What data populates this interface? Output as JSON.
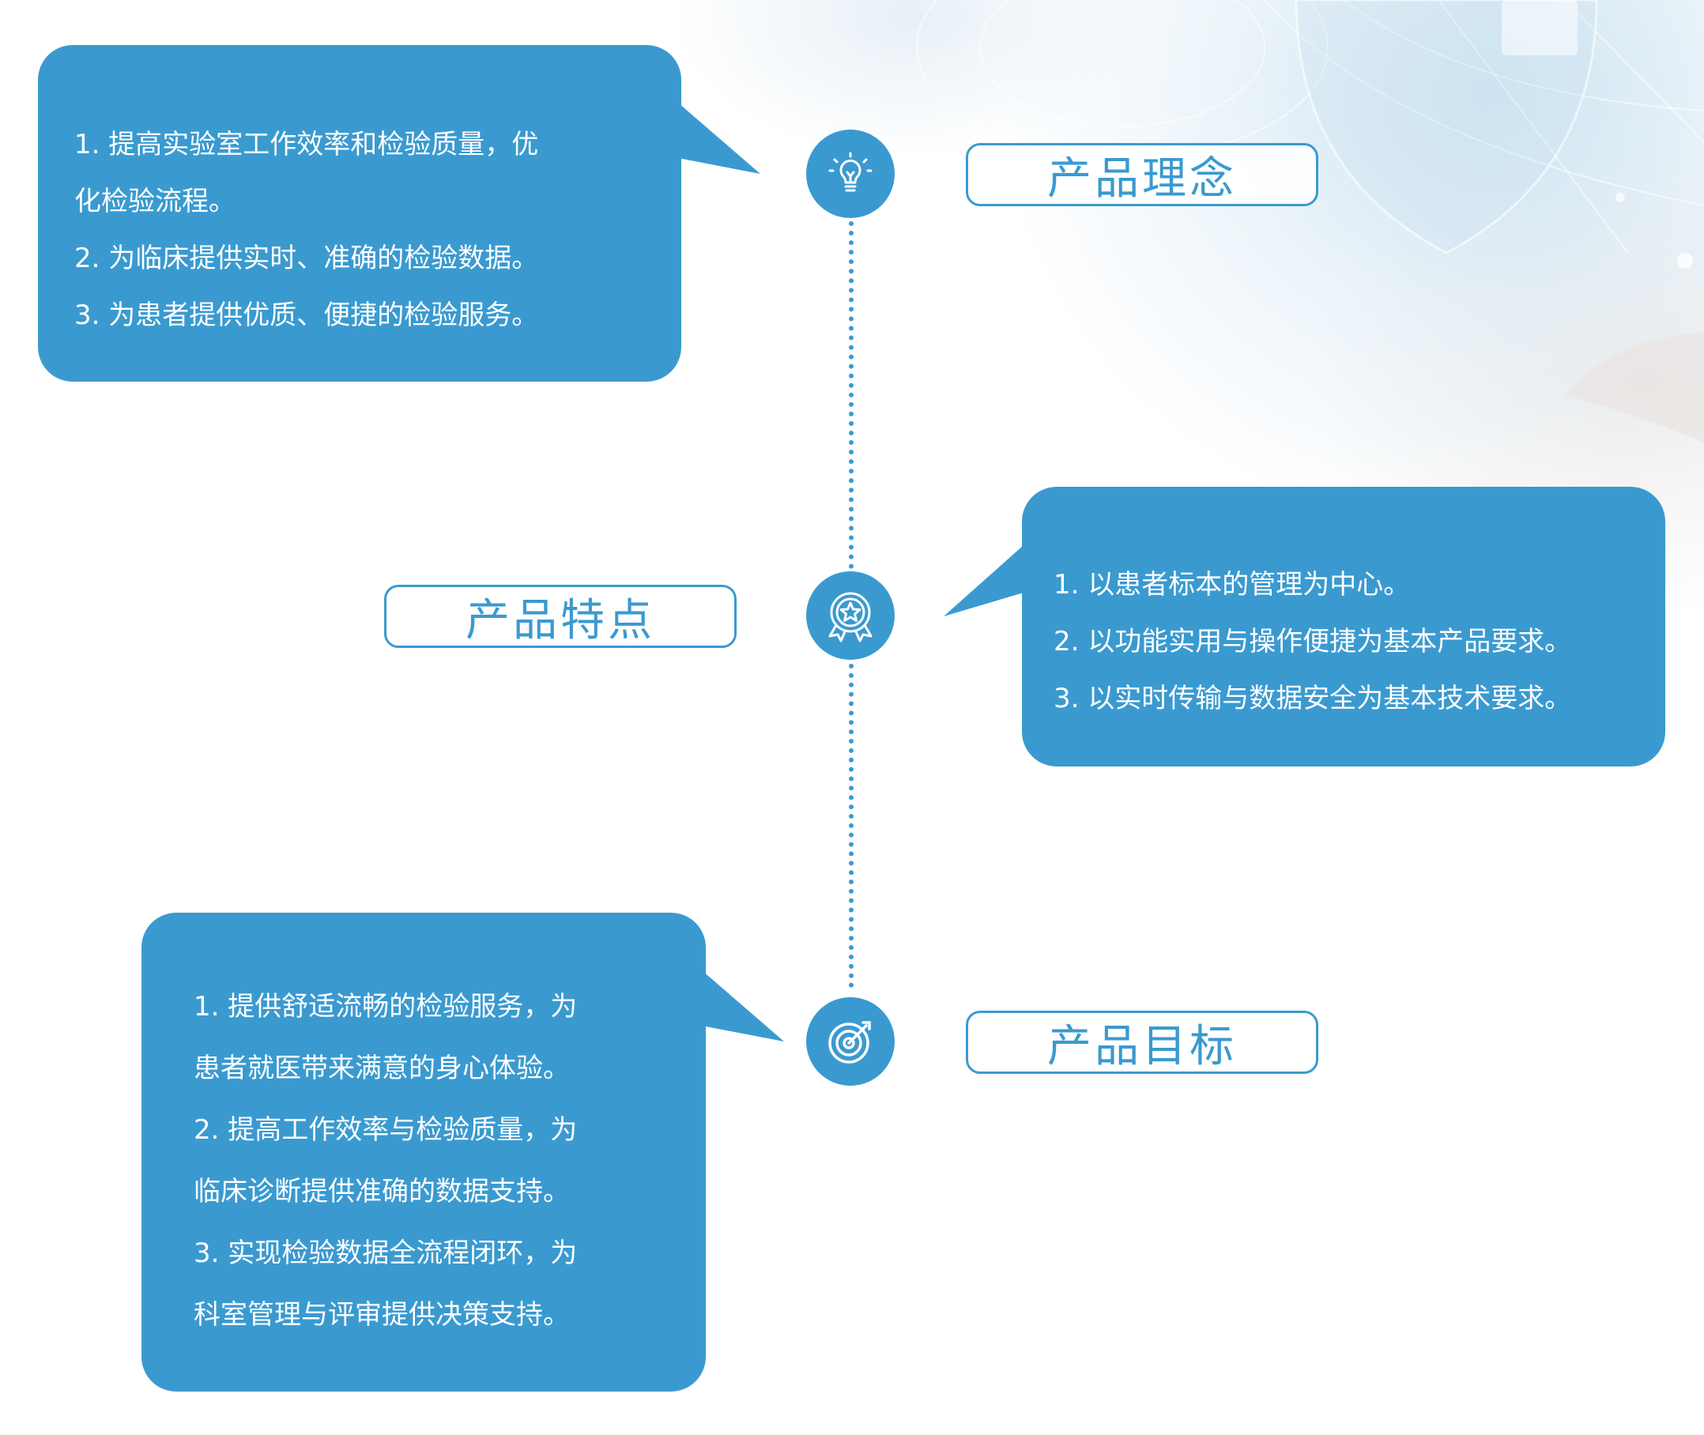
{
  "colors": {
    "primary": "#3a9ad0",
    "text_on_primary": "#ffffff",
    "background": "#ffffff"
  },
  "sections": [
    {
      "title": "产品理念",
      "icon": "lightbulb-icon",
      "lines": [
        "1.  提高实验室工作效率和检验质量，优",
        "化检验流程。",
        "2. 为临床提供实时、准确的检验数据。",
        "3. 为患者提供优质、便捷的检验服务。"
      ]
    },
    {
      "title": "产品特点",
      "icon": "award-star-icon",
      "lines": [
        "1. 以患者标本的管理为中心。",
        "2. 以功能实用与操作便捷为基本产品要求。",
        "3. 以实时传输与数据安全为基本技术要求。"
      ]
    },
    {
      "title": "产品目标",
      "icon": "target-icon",
      "lines": [
        "1.    提供舒适流畅的检验服务，为",
        "患者就医带来满意的身心体验。",
        "2.    提高工作效率与检验质量，为",
        "临床诊断提供准确的数据支持。",
        "3.    实现检验数据全流程闭环，为",
        "科室管理与评审提供决策支持。"
      ]
    }
  ]
}
